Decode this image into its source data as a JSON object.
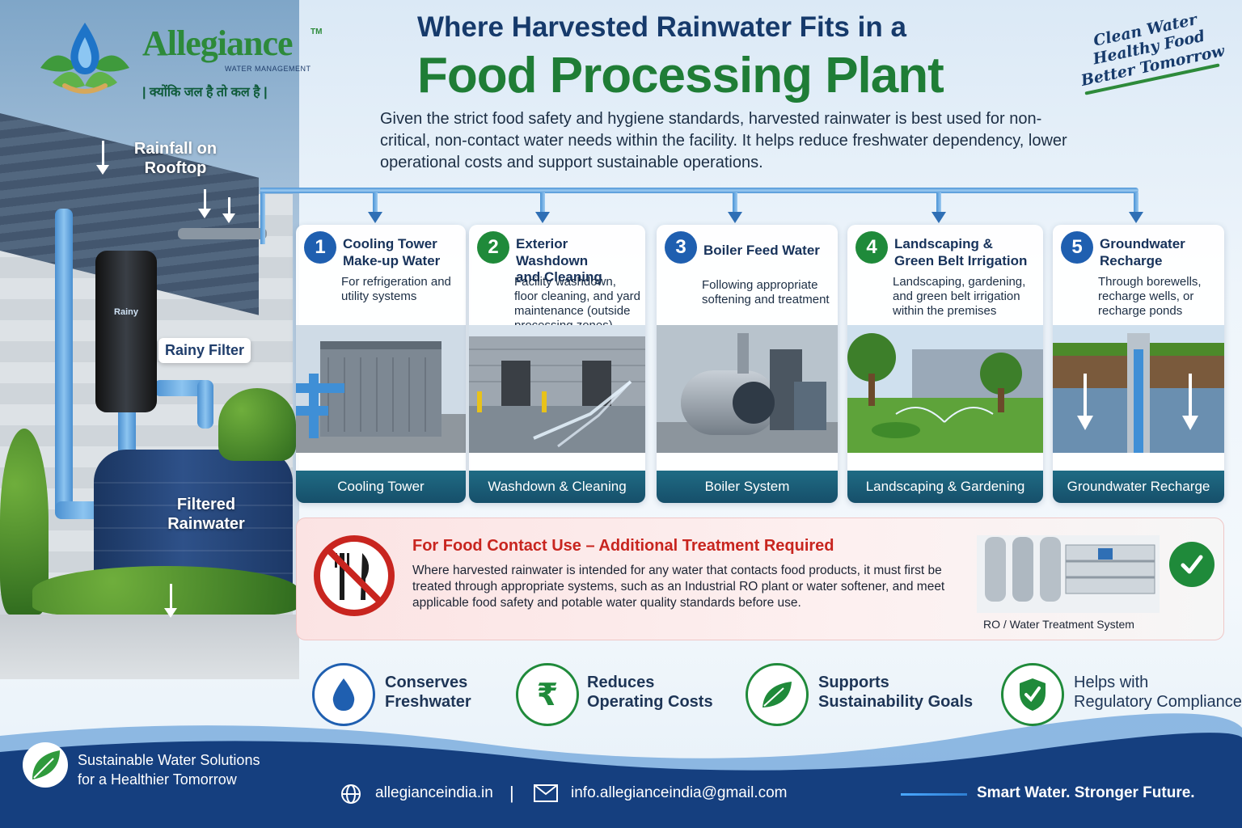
{
  "brand": {
    "name": "Allegiance",
    "tm": "TM",
    "subtitle": "WATER MANAGEMENT",
    "hindi_tagline": "| क्योंकि जल है तो कल है |"
  },
  "header": {
    "line1": "Where Harvested Rainwater Fits in a",
    "line2": "Food Processing Plant",
    "intro": "Given the strict food safety and hygiene standards, harvested rainwater is best used for non-critical, non-contact water needs within the facility. It helps reduce freshwater dependency, lower operational costs and support sustainable operations.",
    "tagline_1": "Clean Water",
    "tagline_2": "Healthy Food",
    "tagline_3": "Better Tomorrow"
  },
  "scene": {
    "rainfall_1": "Rainfall on",
    "rainfall_2": "Rooftop",
    "filter_tag": "Rainy Filter",
    "filter_brand": "Rainy",
    "tank_1": "Filtered",
    "tank_2": "Rainwater"
  },
  "uses": [
    {
      "num": "1",
      "title_1": "Cooling Tower",
      "title_2": "Make-up Water",
      "desc": "For refrigeration and utility systems",
      "footer": "Cooling Tower",
      "color": "#1f5fb0"
    },
    {
      "num": "2",
      "title_1": "Exterior Washdown",
      "title_2": "and Cleaning",
      "desc": "Facility washdown, floor cleaning, and yard maintenance (outside processing zones)",
      "footer": "Washdown & Cleaning",
      "color": "#1f8a3a"
    },
    {
      "num": "3",
      "title_1": "Boiler Feed Water",
      "title_2": "",
      "desc": "Following appropriate softening and treatment",
      "footer": "Boiler System",
      "color": "#1f5fb0"
    },
    {
      "num": "4",
      "title_1": "Landscaping &",
      "title_2": "Green Belt Irrigation",
      "desc": "Landscaping, gardening, and green belt irrigation within the premises",
      "footer": "Landscaping & Gardening",
      "color": "#1f8a3a"
    },
    {
      "num": "5",
      "title_1": "Groundwater",
      "title_2": "Recharge",
      "desc": "Through borewells, recharge wells, or recharge ponds",
      "footer": "Groundwater Recharge",
      "color": "#1f5fb0"
    }
  ],
  "warning": {
    "title": "For Food Contact Use – Additional Treatment Required",
    "body": "Where harvested rainwater is intended for any water that contacts food products, it must first be treated through appropriate systems, such as an Industrial RO plant or water softener, and meet applicable food safety and potable water quality standards before use.",
    "ro_caption": "RO / Water Treatment System"
  },
  "benefits": [
    {
      "line1": "Conserves",
      "line2": "Freshwater",
      "icon": "water-drop-icon",
      "color": "#1f5fb0"
    },
    {
      "line1": "Reduces",
      "line2": "Operating Costs",
      "icon": "rupee-icon",
      "color": "#1f8a3a"
    },
    {
      "line1": "Supports",
      "line2": "Sustainability Goals",
      "icon": "leaf-icon",
      "color": "#1f8a3a"
    },
    {
      "line1": "Helps with",
      "line2": "Regulatory Compliance",
      "icon": "shield-check-icon",
      "color": "#1f8a3a"
    }
  ],
  "footer": {
    "tag_1": "Sustainable Water Solutions",
    "tag_2": "for a Healthier Tomorrow",
    "website": "allegianceindia.in",
    "separator": "|",
    "email": "info.allegianceindia@gmail.com",
    "slogan": "Smart Water. Stronger Future."
  }
}
